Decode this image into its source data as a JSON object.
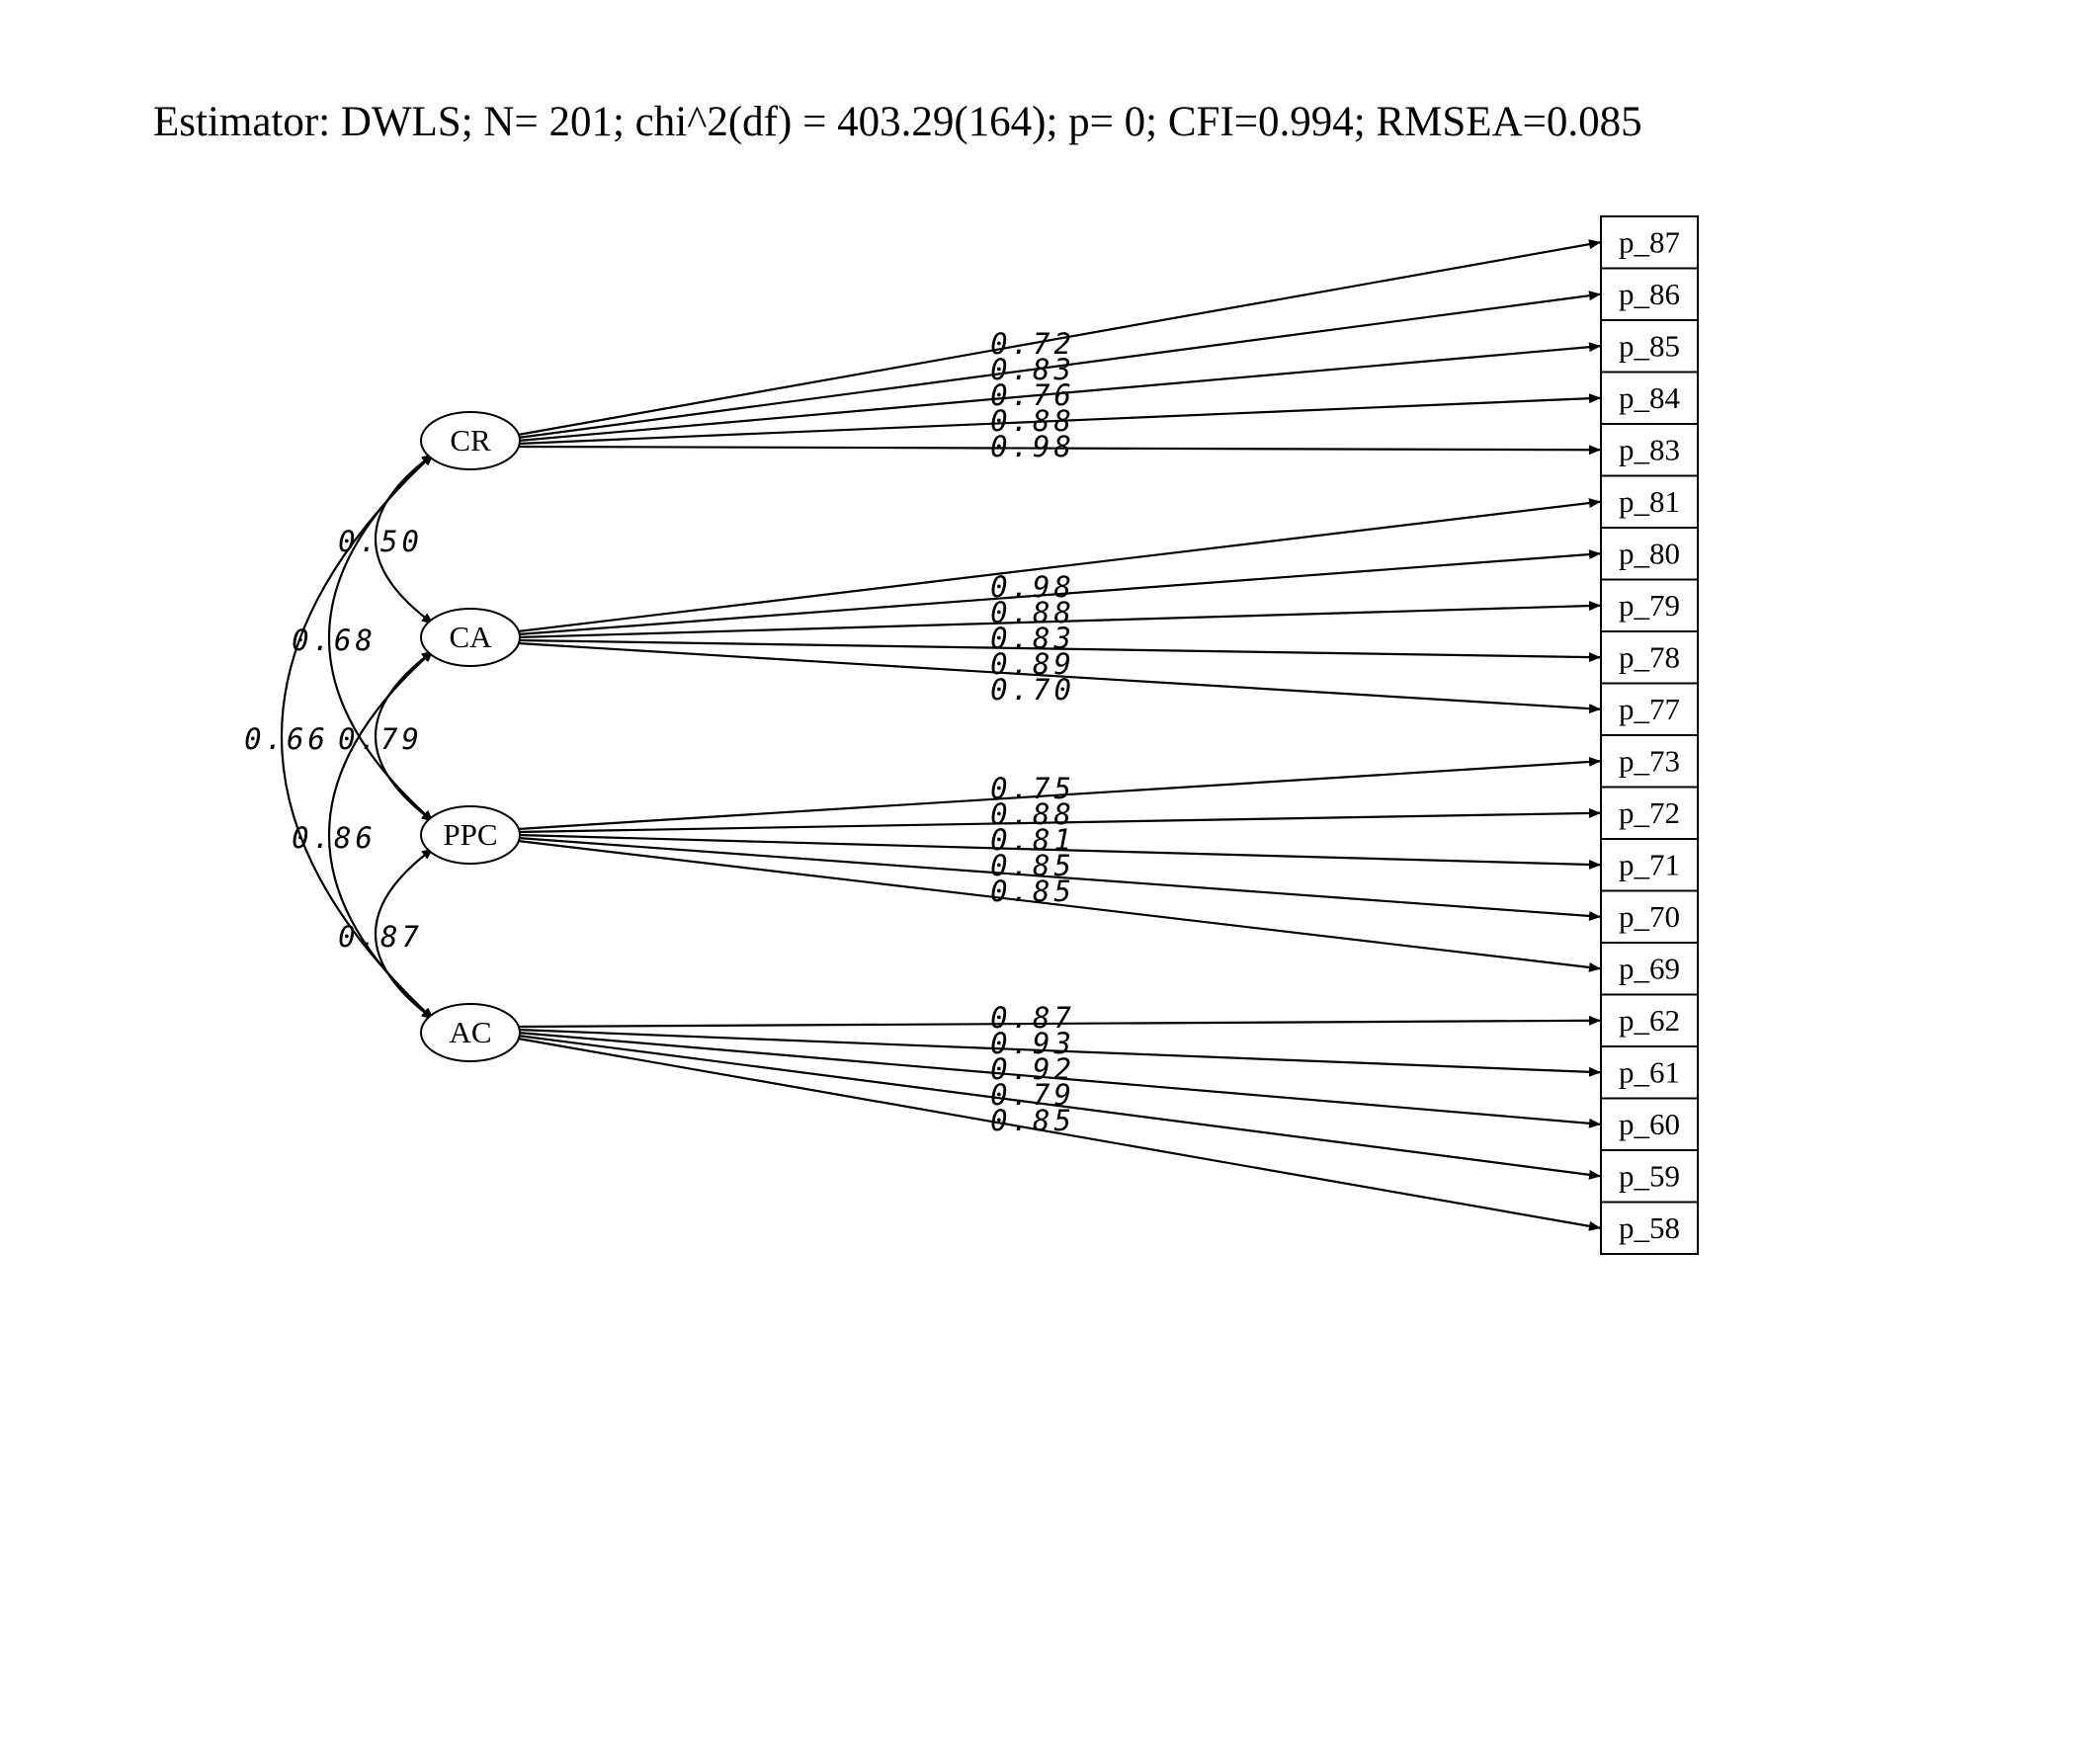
{
  "title": "Estimator: DWLS; N=  201; chi^2(df) = 403.29(164); p= 0; CFI=0.994; RMSEA=0.085",
  "latents": [
    {
      "id": "CR",
      "label": "CR",
      "indicators": [
        {
          "label": "p_87",
          "loading": "0.72"
        },
        {
          "label": "p_86",
          "loading": "0.83"
        },
        {
          "label": "p_85",
          "loading": "0.76"
        },
        {
          "label": "p_84",
          "loading": "0.88"
        },
        {
          "label": "p_83",
          "loading": "0.98"
        }
      ]
    },
    {
      "id": "CA",
      "label": "CA",
      "indicators": [
        {
          "label": "p_81",
          "loading": "0.98"
        },
        {
          "label": "p_80",
          "loading": "0.88"
        },
        {
          "label": "p_79",
          "loading": "0.83"
        },
        {
          "label": "p_78",
          "loading": "0.89"
        },
        {
          "label": "p_77",
          "loading": "0.70"
        }
      ]
    },
    {
      "id": "PPC",
      "label": "PPC",
      "indicators": [
        {
          "label": "p_73",
          "loading": "0.75"
        },
        {
          "label": "p_72",
          "loading": "0.88"
        },
        {
          "label": "p_71",
          "loading": "0.81"
        },
        {
          "label": "p_70",
          "loading": "0.85"
        },
        {
          "label": "p_69",
          "loading": "0.85"
        }
      ]
    },
    {
      "id": "AC",
      "label": "AC",
      "indicators": [
        {
          "label": "p_62",
          "loading": "0.87"
        },
        {
          "label": "p_61",
          "loading": "0.93"
        },
        {
          "label": "p_60",
          "loading": "0.92"
        },
        {
          "label": "p_59",
          "loading": "0.79"
        },
        {
          "label": "p_58",
          "loading": "0.85"
        }
      ]
    }
  ],
  "covariances": [
    {
      "from": "CR",
      "to": "CA",
      "value": "0.50"
    },
    {
      "from": "CR",
      "to": "PPC",
      "value": "0.68"
    },
    {
      "from": "CR",
      "to": "AC",
      "value": "0.66"
    },
    {
      "from": "CA",
      "to": "PPC",
      "value": "0.79"
    },
    {
      "from": "CA",
      "to": "AC",
      "value": "0.86"
    },
    {
      "from": "PPC",
      "to": "AC",
      "value": "0.87"
    }
  ]
}
